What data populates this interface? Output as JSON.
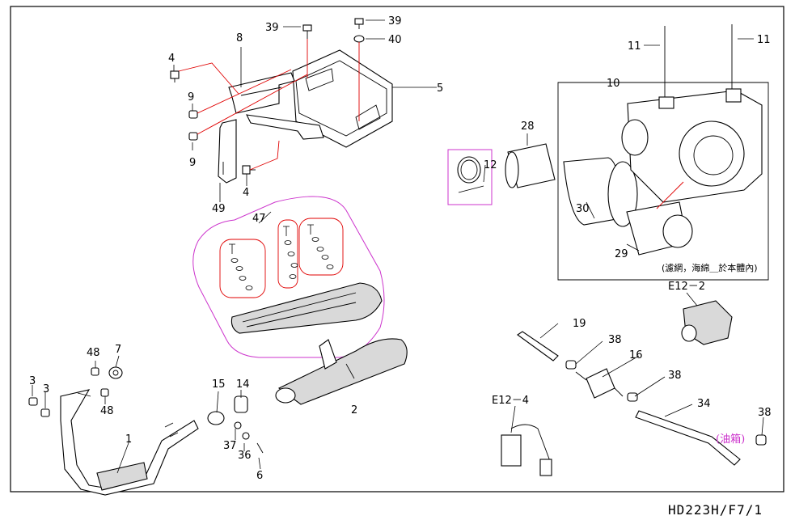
{
  "diagram_code": "HD223H/F7/1",
  "callouts": {
    "c1": "1",
    "c2": "2",
    "c3a": "3",
    "c3b": "3",
    "c4a": "4",
    "c4b": "4",
    "c5": "5",
    "c6": "6",
    "c7": "7",
    "c8": "8",
    "c9a": "9",
    "c9b": "9",
    "c10": "10",
    "c11a": "11",
    "c11b": "11",
    "c12": "12",
    "c14": "14",
    "c15": "15",
    "c16": "16",
    "c19": "19",
    "c28": "28",
    "c29": "29",
    "c30": "30",
    "c34": "34",
    "c36": "36",
    "c37": "37",
    "c38a": "38",
    "c38b": "38",
    "c38c": "38",
    "c39a": "39",
    "c39b": "39",
    "c40": "40",
    "c47": "47",
    "c48a": "48",
    "c48b": "48",
    "c49": "49",
    "e12_2": "E12－2",
    "e12_4": "E12－4"
  },
  "annotations": {
    "filter_note": "(濾網，海綿＿於本體內)",
    "fuel_tank": "(油箱)"
  },
  "colors": {
    "ink": "#000000",
    "leader_red": "#e00000",
    "group_magenta": "#cc33cc"
  }
}
